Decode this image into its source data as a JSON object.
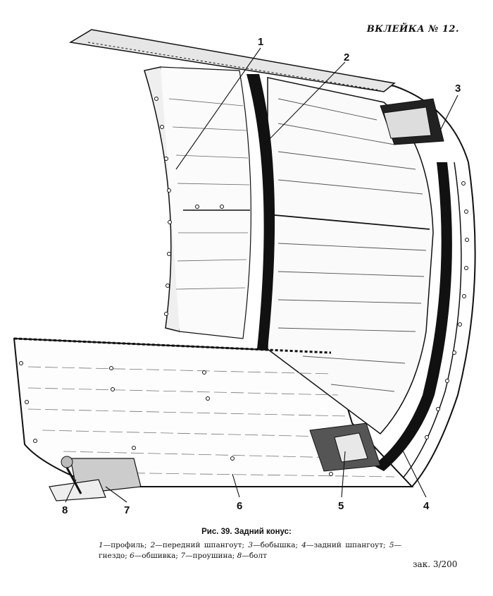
{
  "insert_label": "ВКЛЕЙКА № 12.",
  "callouts": [
    "1",
    "2",
    "3",
    "4",
    "5",
    "6",
    "7",
    "8"
  ],
  "caption": {
    "title": "Рис. 39. Задний конус:",
    "legend": [
      {
        "num": "1",
        "text": "—профиль;"
      },
      {
        "num": "2",
        "text": "—передний шпангоут;"
      },
      {
        "num": "3",
        "text": "—бобышка;"
      },
      {
        "num": "4",
        "text": "—задний шпангоут;"
      },
      {
        "num": "5",
        "text": "—гнездо;"
      },
      {
        "num": "6",
        "text": "—обшивка;"
      },
      {
        "num": "7",
        "text": "—проушина;"
      },
      {
        "num": "8",
        "text": "—болт"
      }
    ]
  },
  "order_ref": "зак. 3/200"
}
